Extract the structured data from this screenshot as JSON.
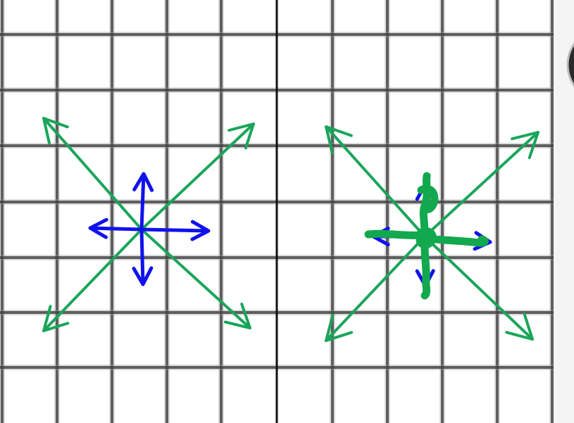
{
  "diagram": {
    "panels": [
      {
        "name": "left-panel",
        "blue_vectors": [
          "up",
          "down",
          "left",
          "right"
        ],
        "green_vectors": [
          "up-left",
          "up-right",
          "down-left",
          "down-right"
        ]
      },
      {
        "name": "right-panel",
        "blue_vectors": [
          "up",
          "down",
          "left",
          "right"
        ],
        "green_vectors": [
          "up-left",
          "up-right",
          "down-left",
          "down-right"
        ],
        "green_overdraw": true
      }
    ],
    "colors": {
      "background": "#ffffff",
      "grid": "#3c3c3c",
      "divider": "#111111",
      "blue_arrow": "#1111ee",
      "green_arrow": "#1aa55a",
      "green_scribble": "#12a84e",
      "side_button": "#2b2b2b"
    },
    "icons": {
      "side_button": "round-button-icon"
    }
  }
}
